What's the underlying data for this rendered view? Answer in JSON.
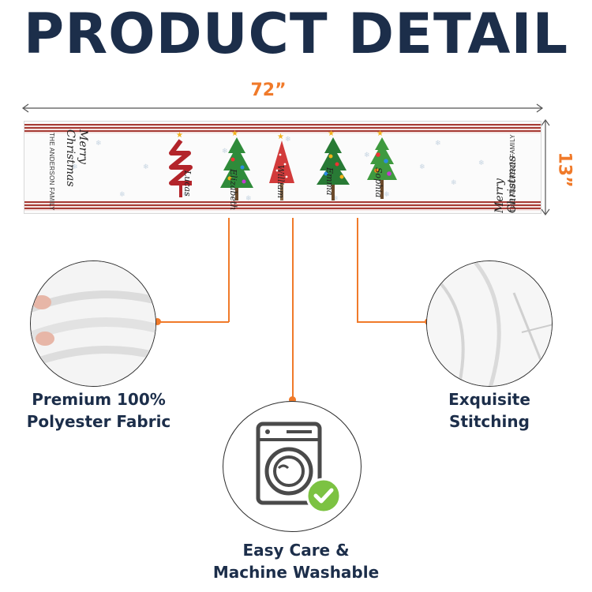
{
  "title": "PRODUCT DETAIL",
  "dimensions": {
    "width": "72”",
    "height": "13”"
  },
  "runner": {
    "left_greeting": "Merry Christmas",
    "left_family": "THE ANDERSON FAMILY",
    "right_greeting": "Merry Christmas",
    "right_family": "THE ANDERSON FAMILY",
    "trees": [
      {
        "name": "Lucas"
      },
      {
        "name": "Elizabeth"
      },
      {
        "name": "William"
      },
      {
        "name": "Emma"
      },
      {
        "name": "Sophia"
      }
    ]
  },
  "features": [
    {
      "label_line1": "Premium 100%",
      "label_line2": "Polyester Fabric"
    },
    {
      "label_line1": "Easy Care &",
      "label_line2": "Machine Washable"
    },
    {
      "label_line1": "Exquisite",
      "label_line2": "Stitching"
    }
  ],
  "colors": {
    "title": "#1c2e4a",
    "accent": "#f07a2a",
    "stripe": "#a73b34",
    "check": "#7cc242"
  }
}
